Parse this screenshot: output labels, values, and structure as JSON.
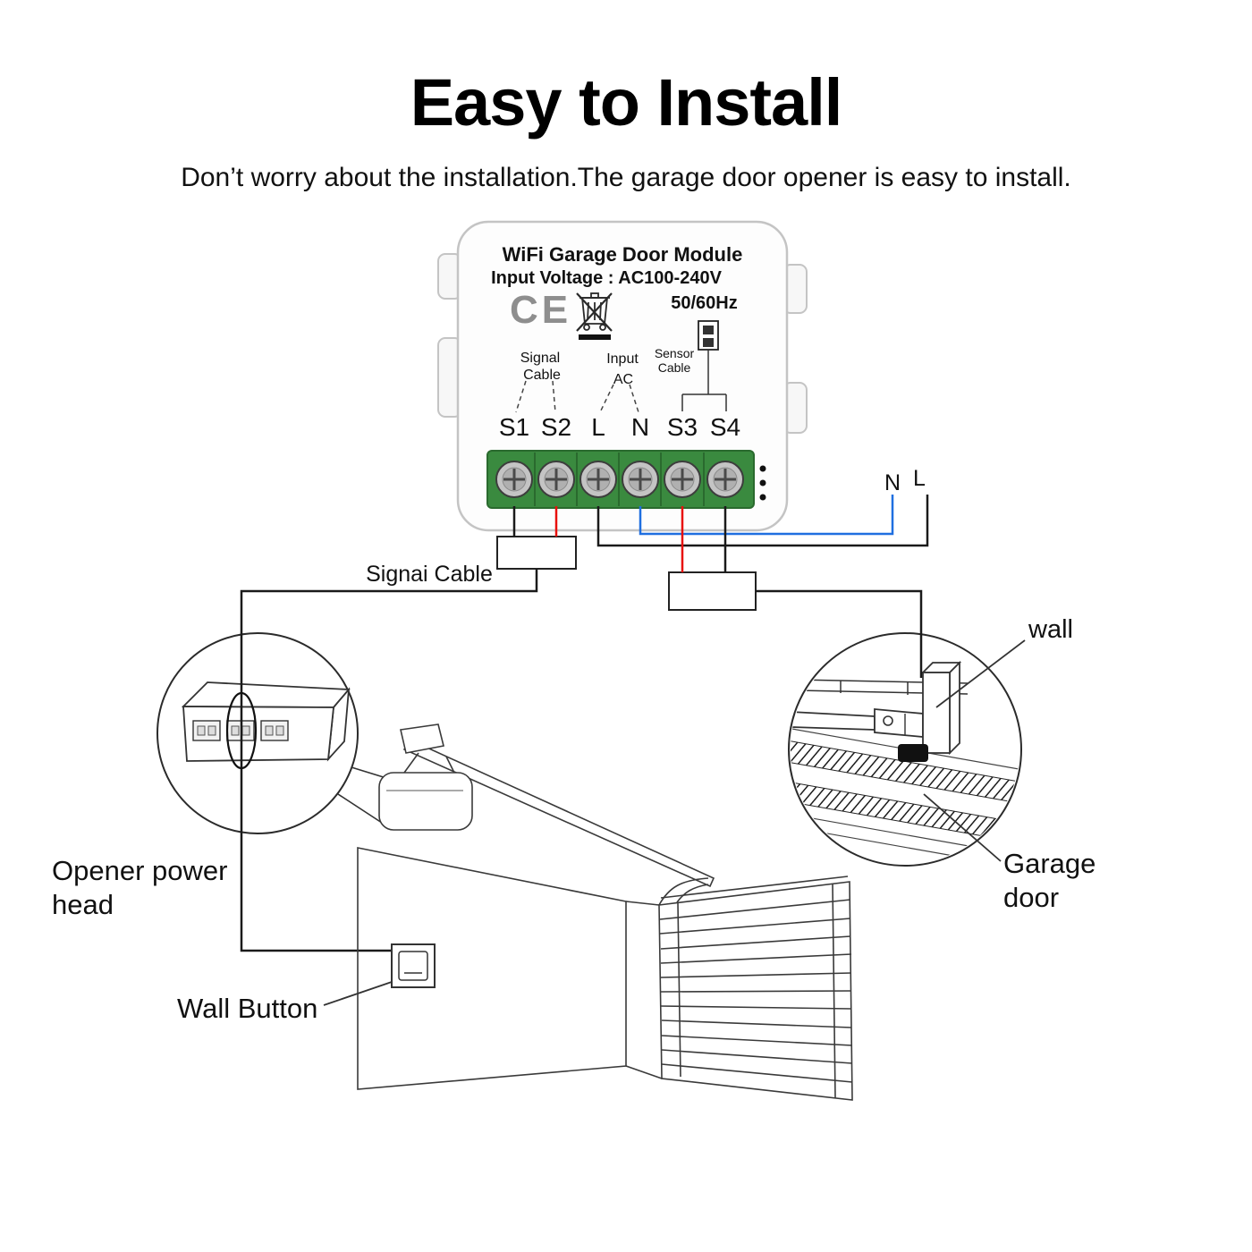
{
  "page": {
    "title": "Easy to Install",
    "subtitle": "Don’t worry about the installation.The garage door opener is easy to install."
  },
  "module": {
    "name": "WiFi Garage Door Module",
    "voltage": "Input Voltage : AC100-240V",
    "frequency": "50/60Hz",
    "ce_mark": "CE",
    "signal_label_1": "Signal",
    "signal_label_2": "Cable",
    "input_label_1": "Input",
    "input_label_2": "AC",
    "sensor_label_1": "Sensor",
    "sensor_label_2": "Cable",
    "terminals": [
      "S1",
      "S2",
      "L",
      "N",
      "S3",
      "S4"
    ]
  },
  "wiring": {
    "neutral": "N",
    "live": "L",
    "signal_cable": "Signai Cable"
  },
  "labels": {
    "wall": "wall",
    "opener_line1": "Opener power",
    "opener_line2": "head",
    "wall_button": "Wall Button",
    "garage_line1": "Garage",
    "garage_line2": "door"
  },
  "colors": {
    "wire_black": "#1a1a1a",
    "wire_red": "#e8100c",
    "wire_blue": "#1f6fe0",
    "terminal_green": "#3a8a3f",
    "device_outline": "#c4c4c4"
  }
}
